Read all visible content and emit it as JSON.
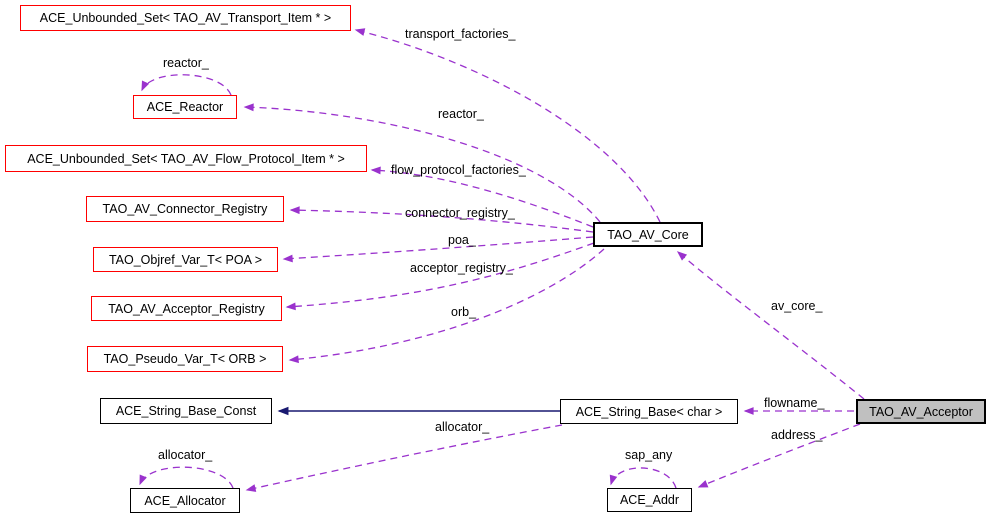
{
  "diagram": {
    "kind": "collaboration-graph",
    "focus_class": "TAO_AV_Acceptor"
  },
  "colors": {
    "dashed_edge": "#9a32cd",
    "inheritance_edge": "#191970",
    "red_node_border": "#ff0000",
    "plain_node_border": "#000000",
    "focus_node_fill": "#c0c0c0",
    "background": "#ffffff"
  },
  "nodes": {
    "transport_set": {
      "label": "ACE_Unbounded_Set< TAO_AV_Transport_Item * >"
    },
    "reactor": {
      "label": "ACE_Reactor"
    },
    "flow_set": {
      "label": "ACE_Unbounded_Set< TAO_AV_Flow_Protocol_Item * >"
    },
    "connector_registry": {
      "label": "TAO_AV_Connector_Registry"
    },
    "objref_var": {
      "label": "TAO_Objref_Var_T< POA >"
    },
    "acceptor_registry": {
      "label": "TAO_AV_Acceptor_Registry"
    },
    "pseudo_var": {
      "label": "TAO_Pseudo_Var_T< ORB >"
    },
    "string_base_const": {
      "label": "ACE_String_Base_Const"
    },
    "allocator": {
      "label": "ACE_Allocator"
    },
    "av_core": {
      "label": "TAO_AV_Core"
    },
    "string_base_char": {
      "label": "ACE_String_Base< char >"
    },
    "addr": {
      "label": "ACE_Addr"
    },
    "av_acceptor": {
      "label": "TAO_AV_Acceptor"
    }
  },
  "edge_labels": {
    "transport_factories": "transport_factories_",
    "reactor_edge": "reactor_",
    "reactor_self": "reactor_",
    "flow_protocol_factories": "flow_protocol_factories_",
    "connector_registry": "connector_registry_",
    "poa": "poa_",
    "acceptor_registry": "acceptor_registry_",
    "orb": "orb_",
    "av_core": "av_core_",
    "flowname": "flowname_",
    "address": "address_",
    "allocator_edge": "allocator_",
    "allocator_self": "allocator_",
    "sap_any": "sap_any"
  }
}
